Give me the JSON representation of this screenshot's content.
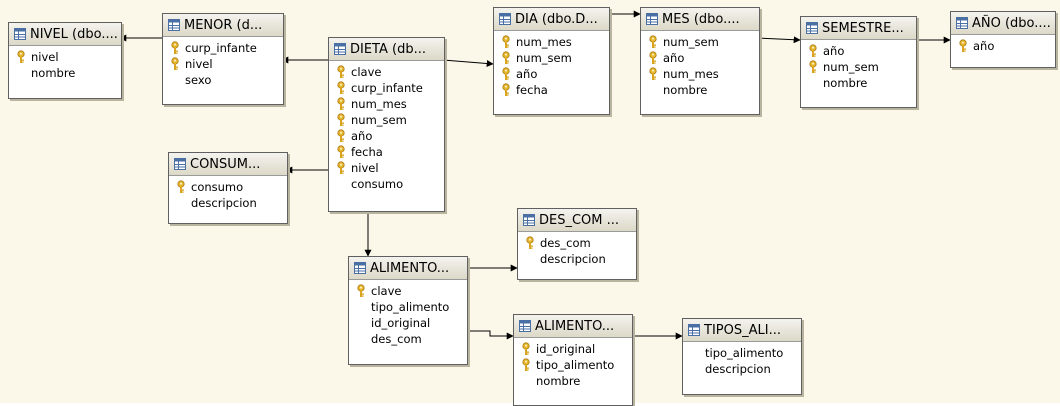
{
  "diagram": {
    "tables": [
      {
        "id": "nivel",
        "title": "NIVEL (dbo....",
        "columns": [
          {
            "name": "nivel",
            "key": true
          },
          {
            "name": "nombre",
            "key": false
          }
        ]
      },
      {
        "id": "menor",
        "title": "MENOR (d...",
        "columns": [
          {
            "name": "curp_infante",
            "key": true
          },
          {
            "name": "nivel",
            "key": true
          },
          {
            "name": "sexo",
            "key": false
          }
        ]
      },
      {
        "id": "dieta",
        "title": "DIETA (db...",
        "columns": [
          {
            "name": "clave",
            "key": true
          },
          {
            "name": "curp_infante",
            "key": true
          },
          {
            "name": "num_mes",
            "key": true
          },
          {
            "name": "num_sem",
            "key": true
          },
          {
            "name": "año",
            "key": true
          },
          {
            "name": "fecha",
            "key": true
          },
          {
            "name": "nivel",
            "key": true
          },
          {
            "name": "consumo",
            "key": false
          }
        ]
      },
      {
        "id": "dia",
        "title": "DIA (dbo.D...",
        "columns": [
          {
            "name": "num_mes",
            "key": true
          },
          {
            "name": "num_sem",
            "key": true
          },
          {
            "name": "año",
            "key": true
          },
          {
            "name": "fecha",
            "key": true
          }
        ]
      },
      {
        "id": "mes",
        "title": "MES (dbo....",
        "columns": [
          {
            "name": "num_sem",
            "key": true
          },
          {
            "name": "año",
            "key": true
          },
          {
            "name": "num_mes",
            "key": true
          },
          {
            "name": "nombre",
            "key": false
          }
        ]
      },
      {
        "id": "semestre",
        "title": "SEMESTRE...",
        "columns": [
          {
            "name": "año",
            "key": true
          },
          {
            "name": "num_sem",
            "key": true
          },
          {
            "name": "nombre",
            "key": false
          }
        ]
      },
      {
        "id": "anio",
        "title": "AÑO (dbo....",
        "columns": [
          {
            "name": "año",
            "key": true
          }
        ]
      },
      {
        "id": "consumo",
        "title": "CONSUM...",
        "columns": [
          {
            "name": "consumo",
            "key": true
          },
          {
            "name": "descripcion",
            "key": false
          }
        ]
      },
      {
        "id": "des_com",
        "title": "DES_COM ...",
        "columns": [
          {
            "name": "des_com",
            "key": true
          },
          {
            "name": "descripcion",
            "key": false
          }
        ]
      },
      {
        "id": "alimento1",
        "title": "ALIMENTO...",
        "columns": [
          {
            "name": "clave",
            "key": true
          },
          {
            "name": "tipo_alimento",
            "key": false
          },
          {
            "name": "id_original",
            "key": false
          },
          {
            "name": "des_com",
            "key": false
          }
        ]
      },
      {
        "id": "alimento2",
        "title": "ALIMENTO...",
        "columns": [
          {
            "name": "id_original",
            "key": true
          },
          {
            "name": "tipo_alimento",
            "key": true
          },
          {
            "name": "nombre",
            "key": false
          }
        ]
      },
      {
        "id": "tipos",
        "title": "TIPOS_ALI...",
        "columns": [
          {
            "name": "tipo_alimento",
            "key": false
          },
          {
            "name": "descripcion",
            "key": false
          }
        ]
      }
    ],
    "colors": {
      "canvas": "#fbf8e9",
      "header": "#e4e1d2",
      "border": "#606060",
      "key": "#e0b030",
      "line": "#000000"
    }
  }
}
